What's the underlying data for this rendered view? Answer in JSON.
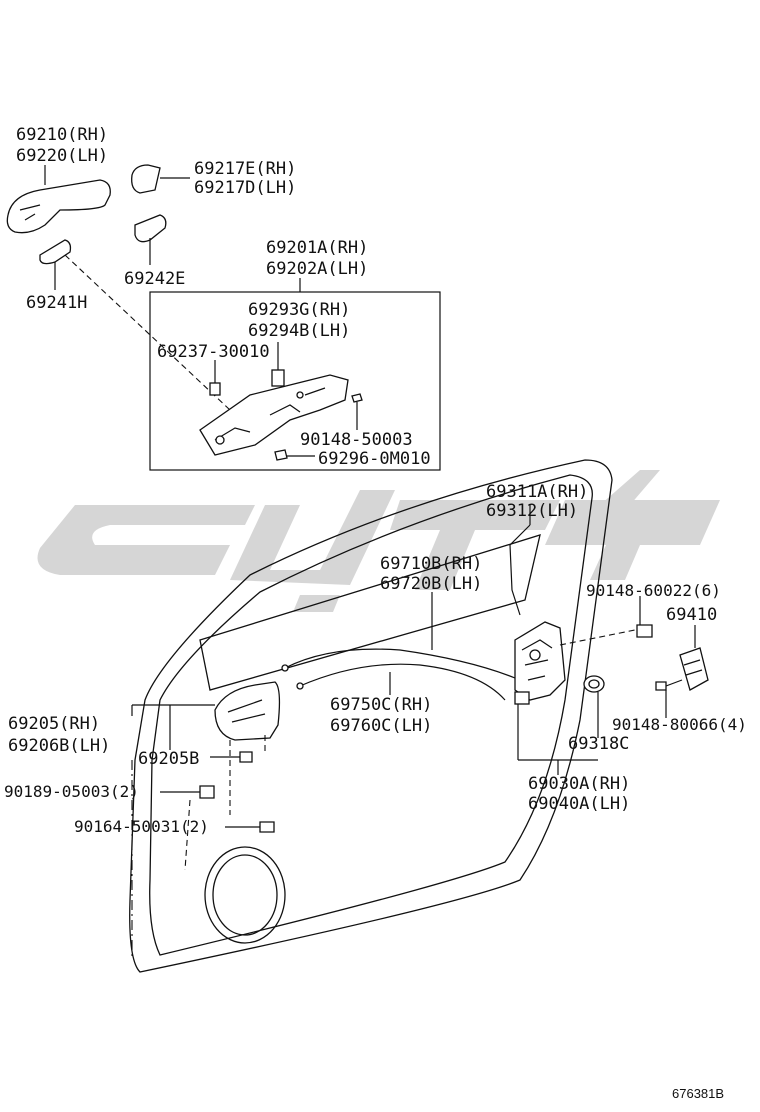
{
  "labels": {
    "p69210": "69210(RH)",
    "p69220": "69220(LH)",
    "p69217E": "69217E(RH)",
    "p69217D": "69217D(LH)",
    "p69242E": "69242E",
    "p69241H": "69241H",
    "p69201A": "69201A(RH)",
    "p69202A": "69202A(LH)",
    "p69293G": "69293G(RH)",
    "p69294B": "69294B(LH)",
    "p69237": "69237-30010",
    "p90148_50003": "90148-50003",
    "p69296": "69296-0M010",
    "p69311A": "69311A(RH)",
    "p69312": "69312(LH)",
    "p69710B": "69710B(RH)",
    "p69720B": "69720B(LH)",
    "p90148_60022": "90148-60022(6)",
    "p69410": "69410",
    "p69750C": "69750C(RH)",
    "p69760C": "69760C(LH)",
    "p69205": "69205(RH)",
    "p69206B": "69206B(LH)",
    "p69205B": "69205B",
    "p90148_80066": "90148-80066(4)",
    "p69318C": "69318C",
    "p90189": "90189-05003(2)",
    "p69030A": "69030A(RH)",
    "p69040A": "69040A(LH)",
    "p90164": "90164-50031(2)"
  },
  "reference": "676381B",
  "colors": {
    "ink": "#111111",
    "watermark": "#d6d6d6"
  }
}
